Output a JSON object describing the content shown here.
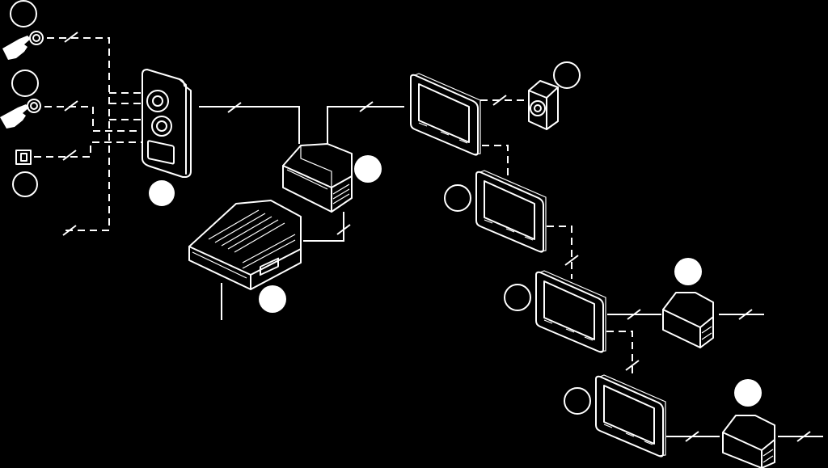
{
  "diagram": {
    "colors": {
      "background": "#000000",
      "foreground": "#ffffff"
    },
    "components": [
      {
        "id": "push-button-1",
        "icon": "hand-press-button-icon"
      },
      {
        "id": "push-button-2",
        "icon": "hand-press-button-icon"
      },
      {
        "id": "door-lock",
        "icon": "lock-icon"
      },
      {
        "id": "door-station",
        "icon": "outdoor-panel-icon"
      },
      {
        "id": "power-supply-main",
        "icon": "din-rail-power-supply-icon"
      },
      {
        "id": "distributor",
        "icon": "din-rail-module-icon"
      },
      {
        "id": "monitor-1",
        "icon": "monitor-icon"
      },
      {
        "id": "camera",
        "icon": "camera-icon"
      },
      {
        "id": "monitor-2",
        "icon": "monitor-icon"
      },
      {
        "id": "monitor-3",
        "icon": "monitor-icon"
      },
      {
        "id": "monitor-4",
        "icon": "monitor-icon"
      },
      {
        "id": "module-a",
        "icon": "din-rail-module-icon"
      },
      {
        "id": "module-b",
        "icon": "din-rail-module-icon"
      }
    ],
    "markers": [
      {
        "id": "marker-1",
        "style": "outline"
      },
      {
        "id": "marker-2",
        "style": "outline"
      },
      {
        "id": "marker-3",
        "style": "outline"
      },
      {
        "id": "marker-4",
        "style": "filled"
      },
      {
        "id": "marker-5",
        "style": "filled"
      },
      {
        "id": "marker-6",
        "style": "filled"
      },
      {
        "id": "marker-7",
        "style": "outline"
      },
      {
        "id": "marker-8",
        "style": "outline"
      },
      {
        "id": "marker-9",
        "style": "outline"
      },
      {
        "id": "marker-10",
        "style": "filled"
      },
      {
        "id": "marker-11",
        "style": "outline"
      },
      {
        "id": "marker-12",
        "style": "filled"
      }
    ]
  }
}
